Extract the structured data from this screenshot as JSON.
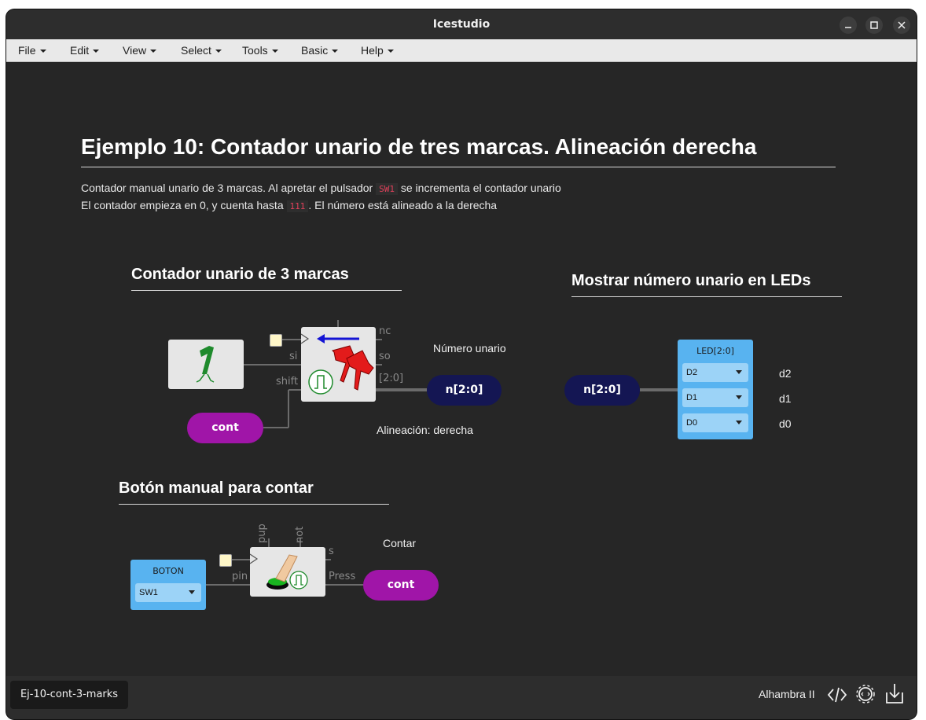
{
  "window": {
    "title": "Icestudio"
  },
  "menu": {
    "items": [
      "File",
      "Edit",
      "View",
      "Select",
      "Tools",
      "Basic",
      "Help"
    ]
  },
  "doc": {
    "title": "Ejemplo 10: Contador unario de tres marcas. Alineación derecha",
    "line1_a": "Contador manual unario de 3 marcas. Al apretar el pulsador",
    "line1_code": "SW1",
    "line1_b": "se incrementa el contador unario",
    "line2_a": "El contador empieza en 0, y cuenta hasta",
    "line2_code": "111",
    "line2_b": ". El número está alineado a la derecha"
  },
  "sections": {
    "counter": "Contador unario de 3 marcas",
    "leds": "Mostrar número unario en LEDs",
    "button": "Botón manual para contar"
  },
  "counter": {
    "ports": {
      "nc": "nc",
      "so": "so",
      "si": "si",
      "shift": "shift",
      "out": "[2:0]"
    },
    "out_label": "n[2:0]",
    "cont_label": "cont",
    "numero": "Número unario",
    "alineacion": "Alineación: derecha"
  },
  "leds": {
    "in_label": "n[2:0]",
    "box_title": "LED[2:0]",
    "pins": [
      "D2",
      "D1",
      "D0"
    ],
    "names": [
      "d2",
      "d1",
      "d0"
    ]
  },
  "button": {
    "box_title": "BOTON",
    "pin": "SW1",
    "ports": {
      "pup": "pup",
      "not": "not",
      "s": "s",
      "pin": "pin",
      "press": "Press"
    },
    "contar": "Contar",
    "cont_label": "cont"
  },
  "footer": {
    "tab": "Ej-10-cont-3-marks",
    "board": "Alhambra II"
  }
}
